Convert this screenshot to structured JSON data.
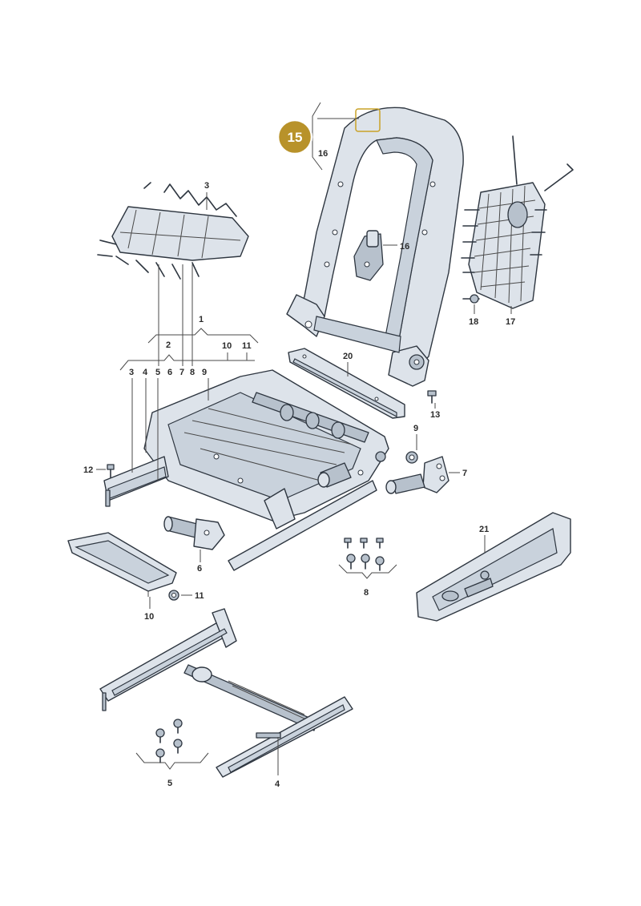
{
  "highlight": {
    "badge_number": "15",
    "badge_color": "#b8922a"
  },
  "callouts": {
    "c16_top": "16",
    "c16_mid": "16",
    "c3": "3",
    "c1": "1",
    "c2": "2",
    "c10_group": "10",
    "c11_group": "11",
    "c3b": "3",
    "c4": "4",
    "c5": "5",
    "c6": "6",
    "c7": "7",
    "c8": "8",
    "c9": "9",
    "c20": "20",
    "c13": "13",
    "c9b": "9",
    "c7b": "7",
    "c12": "12",
    "c18": "18",
    "c17": "17",
    "c21": "21",
    "c6b": "6",
    "c8b": "8",
    "c11b": "11",
    "c10b": "10",
    "c5b": "5",
    "c4b": "4"
  }
}
